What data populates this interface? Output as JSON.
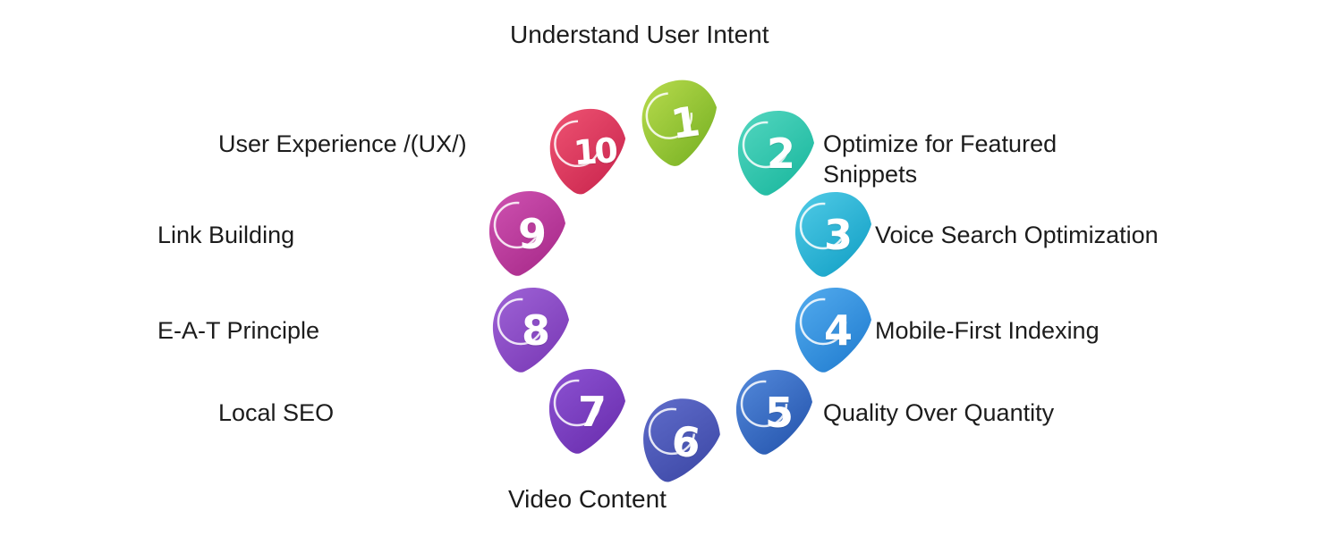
{
  "diagram": {
    "type": "circular-step-infographic",
    "topic": "SEO best practices",
    "step_count": 10,
    "number_text_color": "#ffffff",
    "label_text_color": "#1c1c1c"
  },
  "steps": [
    {
      "number": "1",
      "label": "Understand User Intent",
      "color_light": "#b3d84a",
      "color_dark": "#7cb426"
    },
    {
      "number": "2",
      "label": "Optimize for Featured Snippets",
      "color_light": "#4fd4bd",
      "color_dark": "#1db9a0"
    },
    {
      "number": "3",
      "label": "Voice Search Optimization",
      "color_light": "#4cc8e4",
      "color_dark": "#17a3c8"
    },
    {
      "number": "4",
      "label": "Mobile-First Indexing",
      "color_light": "#4fa8ec",
      "color_dark": "#2580d2"
    },
    {
      "number": "5",
      "label": "Quality Over Quantity",
      "color_light": "#5086d8",
      "color_dark": "#2858b0"
    },
    {
      "number": "6",
      "label": "Video Content",
      "color_light": "#5d6ac8",
      "color_dark": "#3f4aa8"
    },
    {
      "number": "7",
      "label": "Local SEO",
      "color_light": "#8a50d0",
      "color_dark": "#6c30b0"
    },
    {
      "number": "8",
      "label": "E-A-T Principle",
      "color_light": "#9c60d4",
      "color_dark": "#7c3cb8"
    },
    {
      "number": "9",
      "label": "Link Building",
      "color_light": "#cc4fae",
      "color_dark": "#aa2c8c"
    },
    {
      "number": "10",
      "label": "User Experience /(UX/)",
      "color_light": "#ec5070",
      "color_dark": "#cc2850"
    }
  ]
}
